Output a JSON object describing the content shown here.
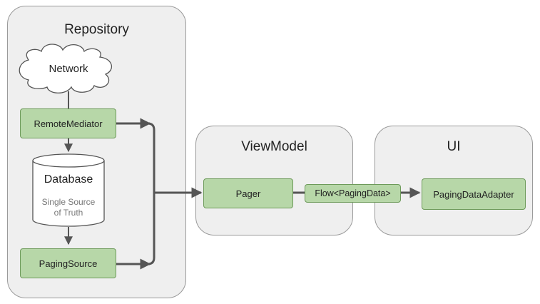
{
  "repository": {
    "title": "Repository",
    "network": "Network",
    "remote_mediator": "RemoteMediator",
    "database": "Database",
    "database_caption": "Single Source of Truth",
    "paging_source": "PagingSource"
  },
  "viewmodel": {
    "title": "ViewModel",
    "pager": "Pager"
  },
  "flow_label": "Flow<PagingData>",
  "ui": {
    "title": "UI",
    "adapter": "PagingDataAdapter"
  },
  "colors": {
    "panel_fill": "#efefef",
    "box_fill": "#b7d7a8",
    "arrow": "#555555"
  }
}
